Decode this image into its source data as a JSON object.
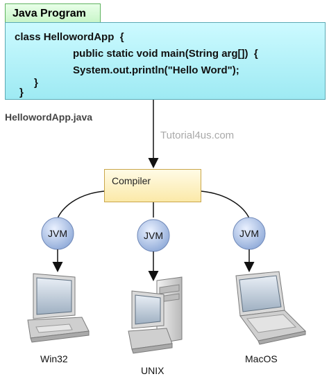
{
  "tab_title": "Java Program",
  "code_lines": [
    "class HellowordApp  {",
    "public static void main(String arg[])  {",
    "System.out.println(\"Hello Word\");",
    "}",
    "}"
  ],
  "file_name": "HellowordApp.java",
  "watermark": "Tutorial4us.com",
  "compiler_label": "Compiler",
  "jvm_labels": [
    "JVM",
    "JVM",
    "JVM"
  ],
  "platforms": [
    "Win32",
    "UNIX",
    "MacOS"
  ],
  "colors": {
    "code_bg": "#aef0f7",
    "tab_bg": "#d4f7d4",
    "compiler_bg": "#fdf0c0",
    "jvm_circle": "#a9bfe6",
    "gear": "#9aa5b1"
  },
  "icons": [
    "gear-icon",
    "desktop-computer-icon",
    "tower-computer-icon",
    "laptop-icon"
  ]
}
